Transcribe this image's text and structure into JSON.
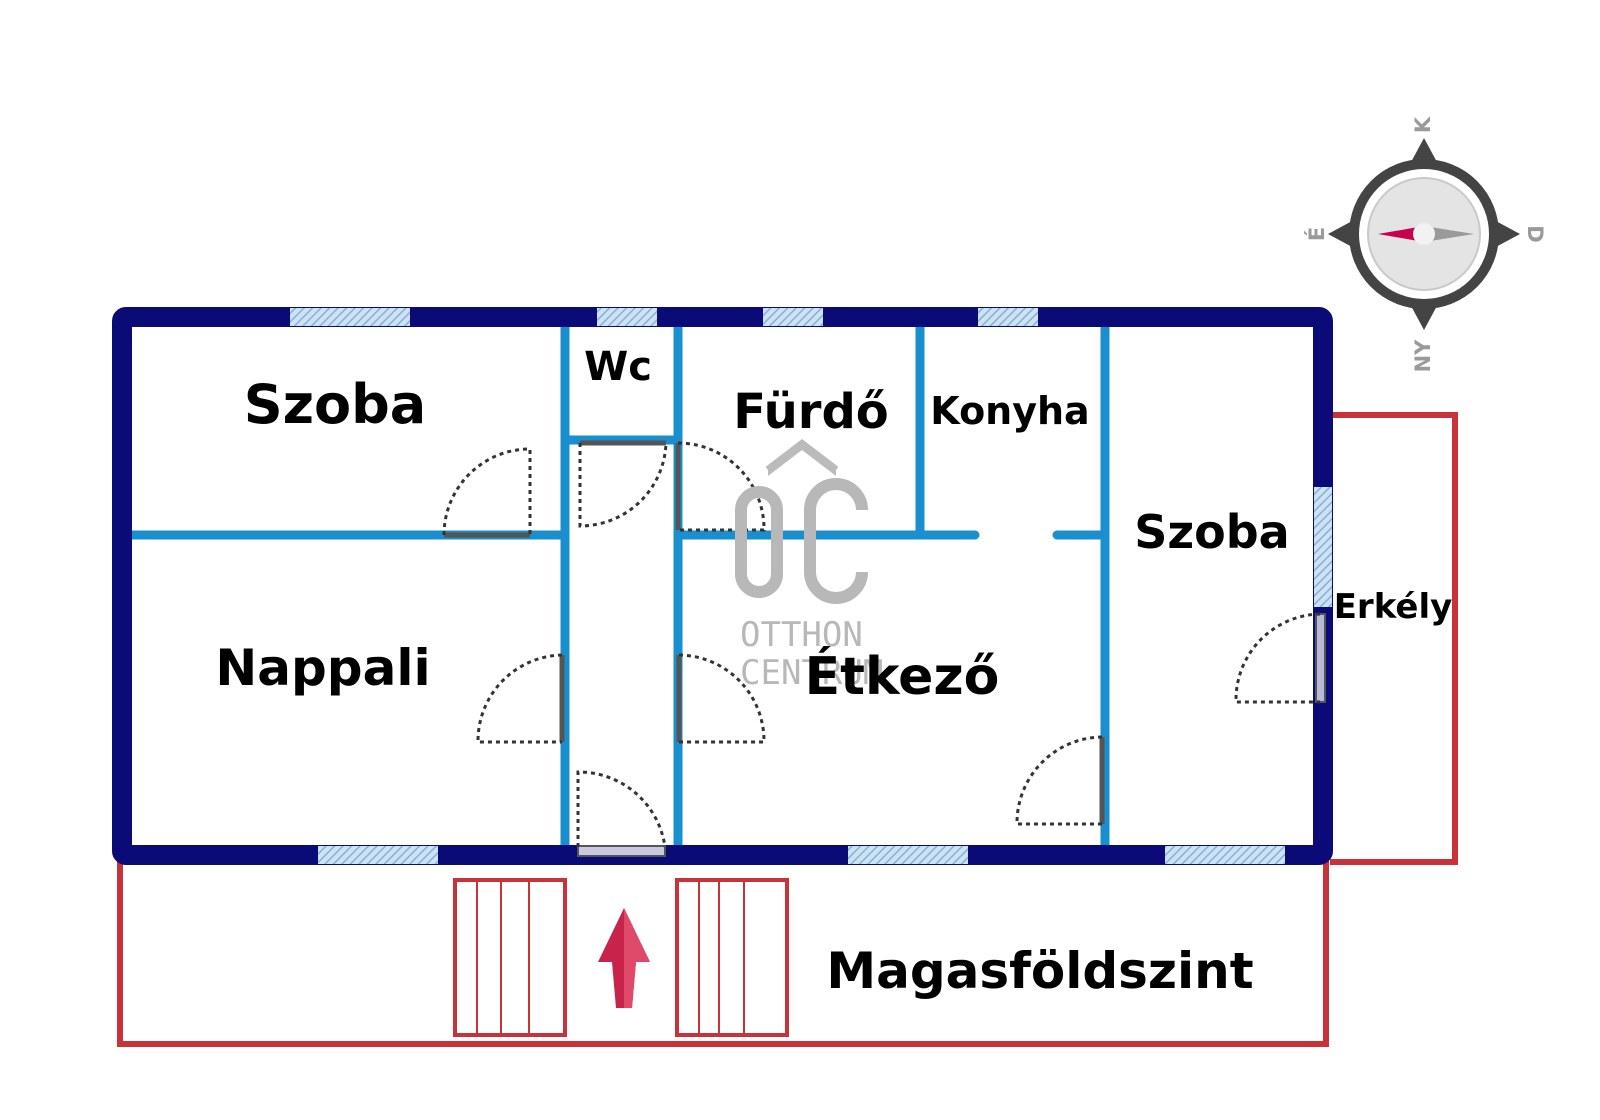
{
  "rooms": {
    "szoba_left": "Szoba",
    "wc": "Wc",
    "furdo": "Fürdő",
    "konyha": "Konyha",
    "szoba_right": "Szoba",
    "nappali": "Nappali",
    "etkezo": "Étkező",
    "erkely": "Erkély",
    "magasfoldszint": "Magasföldszint"
  },
  "compass": {
    "north": "K",
    "east": "D",
    "south": "NY",
    "west": "É"
  },
  "watermark": {
    "logo_text": "OC",
    "line1": "OTTHON",
    "line2": "CENTRUM"
  },
  "colors": {
    "outer_wall": "#0b0b78",
    "inner_wall": "#1a8fd0",
    "window": "#9cc6e6",
    "terrace_outline": "#c8323a",
    "entrance_arrow": "#c8234a",
    "compass_needle": "#c8004e",
    "watermark": "#b8b8b8"
  }
}
